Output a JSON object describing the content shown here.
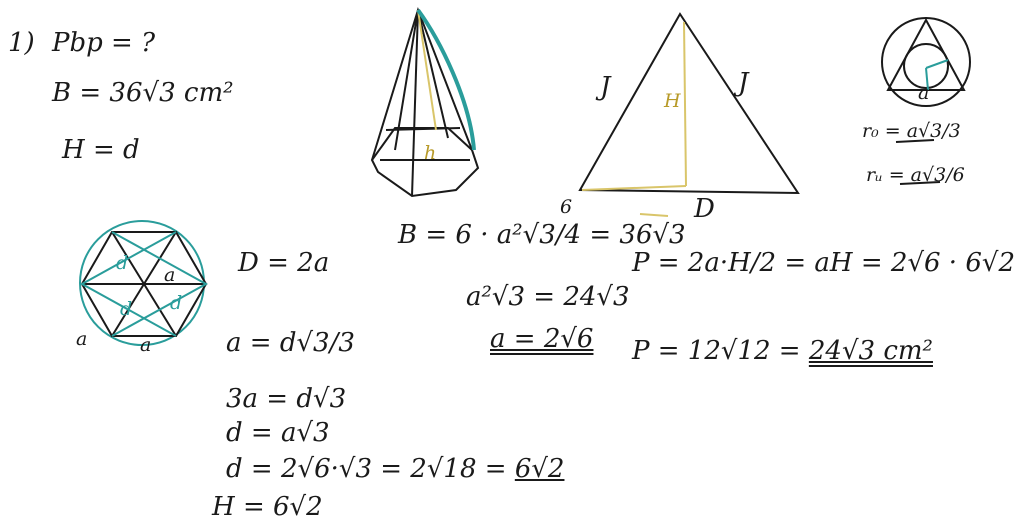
{
  "given": {
    "num": "1)",
    "l1": "Pbp = ?",
    "l2": "B = 36√3 cm²",
    "l3": "H = d"
  },
  "pyramid_labels": {
    "h": "h"
  },
  "triangle_labels": {
    "left": "J",
    "right": "J",
    "height": "H",
    "base": "D",
    "num": "6"
  },
  "circle_labels": {
    "a": "a"
  },
  "radii": {
    "r0": "r₀ = a√3/3",
    "ru": "rᵤ = a√3/6"
  },
  "hex_labels": {
    "a1": "a",
    "a2": "a",
    "d1": "d",
    "d2": "d",
    "d3": "d",
    "a3": "a"
  },
  "left_calc": {
    "l1": "D = 2a",
    "l2": "a = d√3/3",
    "l3": "3a = d√3",
    "l4": "d = a√3",
    "l5a": "d = 2√6·√3 = 2√18 = ",
    "l5b": "6√2",
    "l6": "H = 6√2"
  },
  "mid_calc": {
    "l1": "B = 6 · a²√3/4 = 36√3",
    "l2": "a²√3 = 24√3",
    "l3": "a = 2√6"
  },
  "right_calc": {
    "l1": "P = 2a·H/2 = aH = 2√6 · 6√2",
    "l2a": "P = 12√12 = ",
    "l2b": "24√3 cm²"
  }
}
